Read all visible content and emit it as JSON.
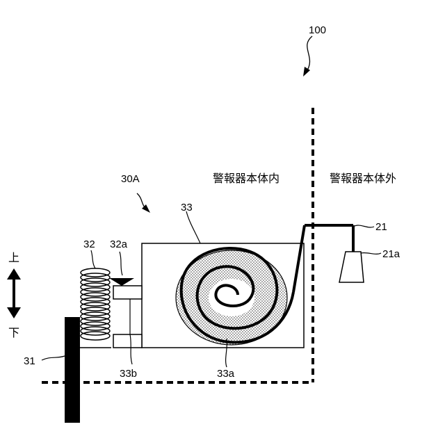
{
  "labels": {
    "device": "100",
    "mechanism": "30A",
    "inside": "警報器本体内",
    "outside": "警報器本体外",
    "reel": "33",
    "wire": "21",
    "weight": "21a",
    "spring": "32",
    "spring_stopper": "32a",
    "post": "31",
    "slider": "33b",
    "coil": "33a",
    "up": "上",
    "down": "下"
  },
  "colors": {
    "line": "#000000",
    "fill": "#ffffff",
    "dot": "#444444"
  }
}
